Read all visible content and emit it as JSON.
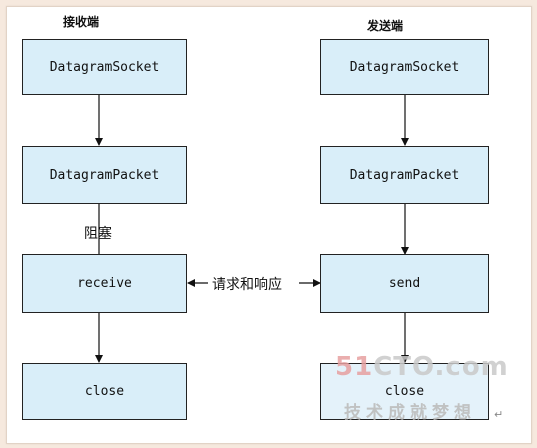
{
  "headings": {
    "receiver": "接收端",
    "sender": "发送端"
  },
  "receiver_column": {
    "nodes": [
      "DatagramSocket",
      "DatagramPacket",
      "receive",
      "close"
    ],
    "block_label": "阻塞"
  },
  "sender_column": {
    "nodes": [
      "DatagramSocket",
      "DatagramPacket",
      "send",
      "close"
    ]
  },
  "exchange_label": "请求和响应",
  "watermark": {
    "logo_red": "51",
    "logo_gray": "CTO.com",
    "tagline": "技术成就梦想",
    "return_glyph": "↵"
  }
}
